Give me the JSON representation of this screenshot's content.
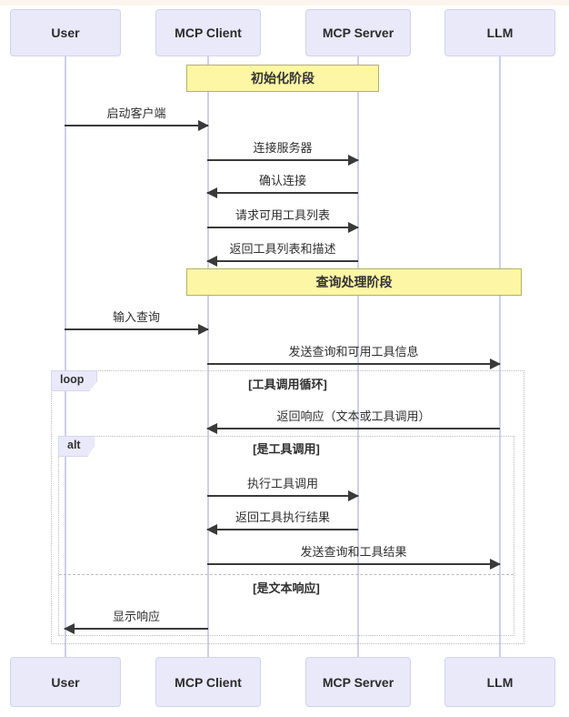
{
  "diagram": {
    "type": "sequence-diagram",
    "participants": [
      {
        "label": "User"
      },
      {
        "label": "MCP Client"
      },
      {
        "label": "MCP Server"
      },
      {
        "label": "LLM"
      }
    ],
    "phases": [
      {
        "label": "初始化阶段"
      },
      {
        "label": "查询处理阶段"
      }
    ],
    "messages": [
      {
        "from": "User",
        "to": "MCP Client",
        "direction": "right",
        "label": "启动客户端"
      },
      {
        "from": "MCP Client",
        "to": "MCP Server",
        "direction": "right",
        "label": "连接服务器"
      },
      {
        "from": "MCP Server",
        "to": "MCP Client",
        "direction": "left",
        "label": "确认连接"
      },
      {
        "from": "MCP Client",
        "to": "MCP Server",
        "direction": "right",
        "label": "请求可用工具列表"
      },
      {
        "from": "MCP Server",
        "to": "MCP Client",
        "direction": "left",
        "label": "返回工具列表和描述"
      },
      {
        "from": "User",
        "to": "MCP Client",
        "direction": "right",
        "label": "输入查询"
      },
      {
        "from": "MCP Client",
        "to": "LLM",
        "direction": "right",
        "label": "发送查询和可用工具信息"
      },
      {
        "from": "LLM",
        "to": "MCP Client",
        "direction": "left",
        "label": "返回响应（文本或工具调用）"
      },
      {
        "from": "MCP Client",
        "to": "MCP Server",
        "direction": "right",
        "label": "执行工具调用"
      },
      {
        "from": "MCP Server",
        "to": "MCP Client",
        "direction": "left",
        "label": "返回工具执行结果"
      },
      {
        "from": "MCP Client",
        "to": "LLM",
        "direction": "right",
        "label": "发送查询和工具结果"
      },
      {
        "from": "MCP Client",
        "to": "User",
        "direction": "left",
        "label": "显示响应"
      }
    ],
    "frames": {
      "loop": {
        "tag": "loop",
        "condition": "[工具调用循环]"
      },
      "alt": {
        "tag": "alt",
        "condition": "[是工具调用]",
        "else_condition": "[是文本响应]"
      }
    },
    "colors": {
      "participant_fill": "#e9e9fa",
      "participant_border": "#d2d2ec",
      "phase_fill": "#fcf6a5",
      "phase_border": "#b3b35c",
      "arrow": "#3a3a3a",
      "lifeline": "#cfcfe8",
      "frame_border": "#b9b9c2",
      "text": "#2f2f2f"
    }
  }
}
